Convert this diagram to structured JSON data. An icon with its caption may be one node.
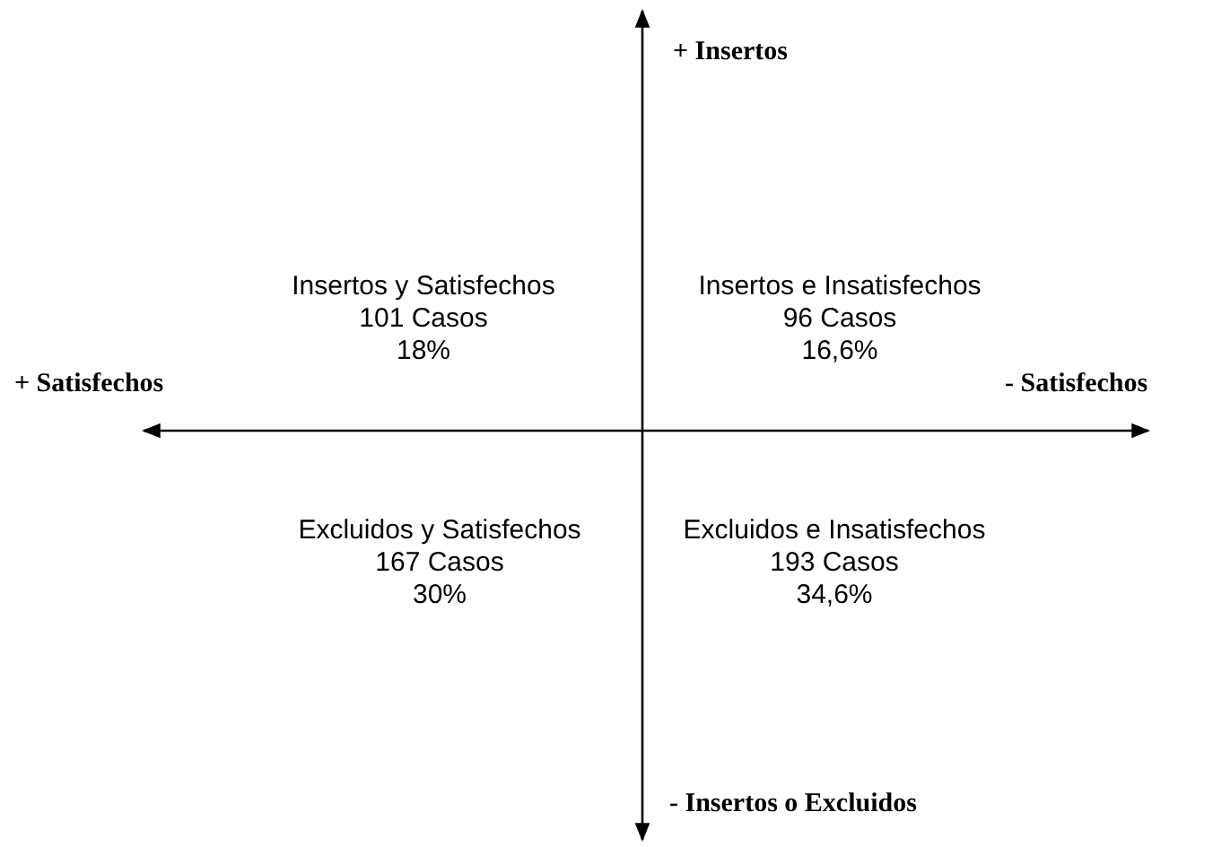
{
  "diagram": {
    "labels": [
      "+ Insertos",
      "Insertos y Satisfechos",
      "101 Casos",
      "18%",
      "Insertos e Insatisfechos",
      "96 Casos",
      "16,6%",
      "+ Satisfechos",
      "- Satisfechos",
      "Excluidos y Satisfechos",
      "167 Casos",
      "30%",
      "Excluidos e Insatisfechos",
      "193 Casos",
      "34,6%",
      "- Insertos o Excluidos"
    ]
  }
}
